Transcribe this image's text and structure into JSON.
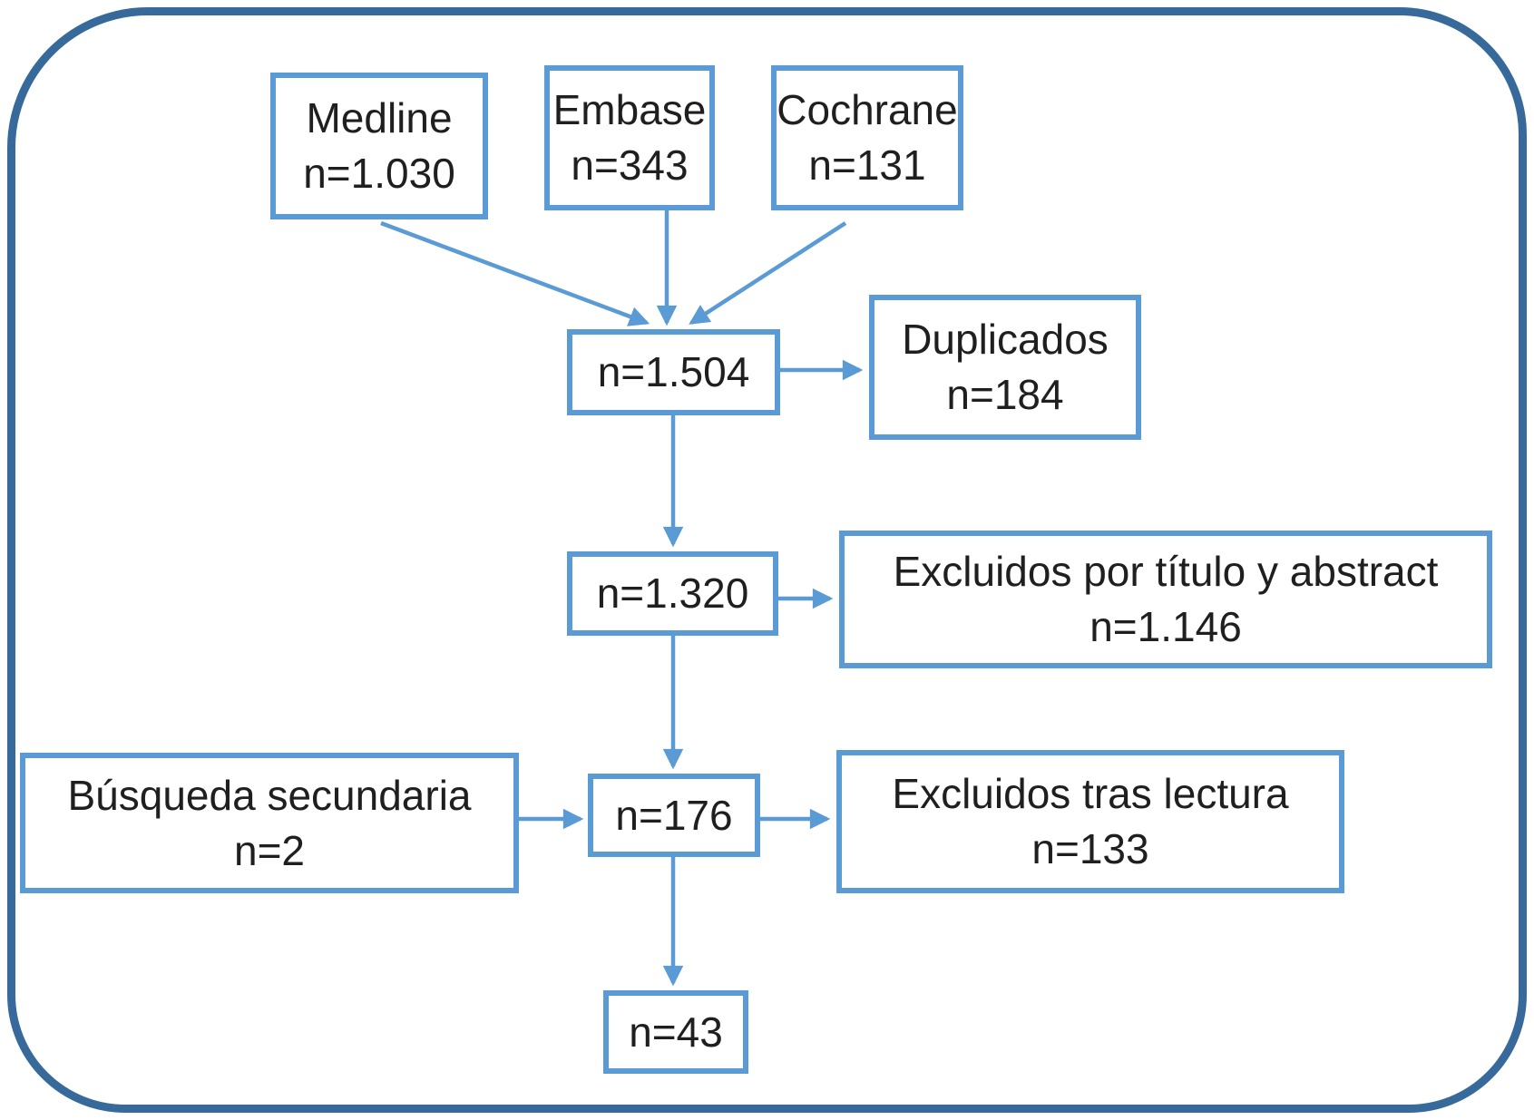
{
  "diagram": {
    "type": "flowchart",
    "language": "es",
    "nodes": {
      "medline": {
        "label": "Medline",
        "count": "n=1.030"
      },
      "embase": {
        "label": "Embase",
        "count": "n=343"
      },
      "cochrane": {
        "label": "Cochrane",
        "count": "n=131"
      },
      "merged": {
        "count": "n=1.504"
      },
      "duplicates": {
        "label": "Duplicados",
        "count": "n=184"
      },
      "screened": {
        "count": "n=1.320"
      },
      "excluded_title_abstract": {
        "label": "Excluidos por título y abstract",
        "count": "n=1.146"
      },
      "secondary_search": {
        "label": "Búsqueda secundaria",
        "count": "n=2"
      },
      "fulltext": {
        "count": "n=176"
      },
      "excluded_reading": {
        "label": "Excluidos tras lectura",
        "count": "n=133"
      },
      "included": {
        "count": "n=43"
      }
    },
    "edges": [
      {
        "from": "medline",
        "to": "merged"
      },
      {
        "from": "embase",
        "to": "merged"
      },
      {
        "from": "cochrane",
        "to": "merged"
      },
      {
        "from": "merged",
        "to": "duplicates"
      },
      {
        "from": "merged",
        "to": "screened"
      },
      {
        "from": "screened",
        "to": "excluded_title_abstract"
      },
      {
        "from": "screened",
        "to": "fulltext"
      },
      {
        "from": "secondary_search",
        "to": "fulltext"
      },
      {
        "from": "fulltext",
        "to": "excluded_reading"
      },
      {
        "from": "fulltext",
        "to": "included"
      }
    ],
    "colors": {
      "frame": "#38699b",
      "box_border": "#5b9bd5",
      "arrow": "#5b9bd5",
      "text": "#1f1f1f",
      "background": "#ffffff"
    }
  }
}
